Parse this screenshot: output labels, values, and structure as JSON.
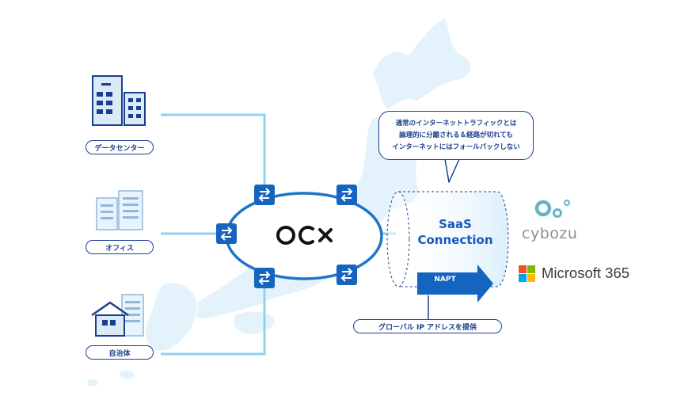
{
  "labels": {
    "datacenter": "データセンター",
    "office": "オフィス",
    "municipality": "自治体",
    "global_ip": "グローバル IP アドレスを提供"
  },
  "callout": {
    "line1": "通常のインターネットトラフィックとは",
    "line2": "論理的に分離される＆経路が切れても",
    "line3": "インターネットにはフォールバックしない"
  },
  "saas": {
    "line1": "SaaS",
    "line2": "Connection"
  },
  "napt_label": "NAPT",
  "brands": {
    "cybozu": "cybozu",
    "microsoft": "Microsoft 365"
  },
  "colors": {
    "navy": "#1b3f8f",
    "line_blue": "#8fd1f0",
    "map_fill": "#e4f3fb",
    "ring_blue": "#1e74c8",
    "arrow_blue": "#1565c0",
    "cybozu_teal": "#63b4c9"
  },
  "icons": [
    "datacenter-building-icon",
    "office-building-icon",
    "municipality-house-icon",
    "exchange-arrows-icon",
    "ocx-logo",
    "microsoft-logo",
    "cybozu-logo"
  ]
}
